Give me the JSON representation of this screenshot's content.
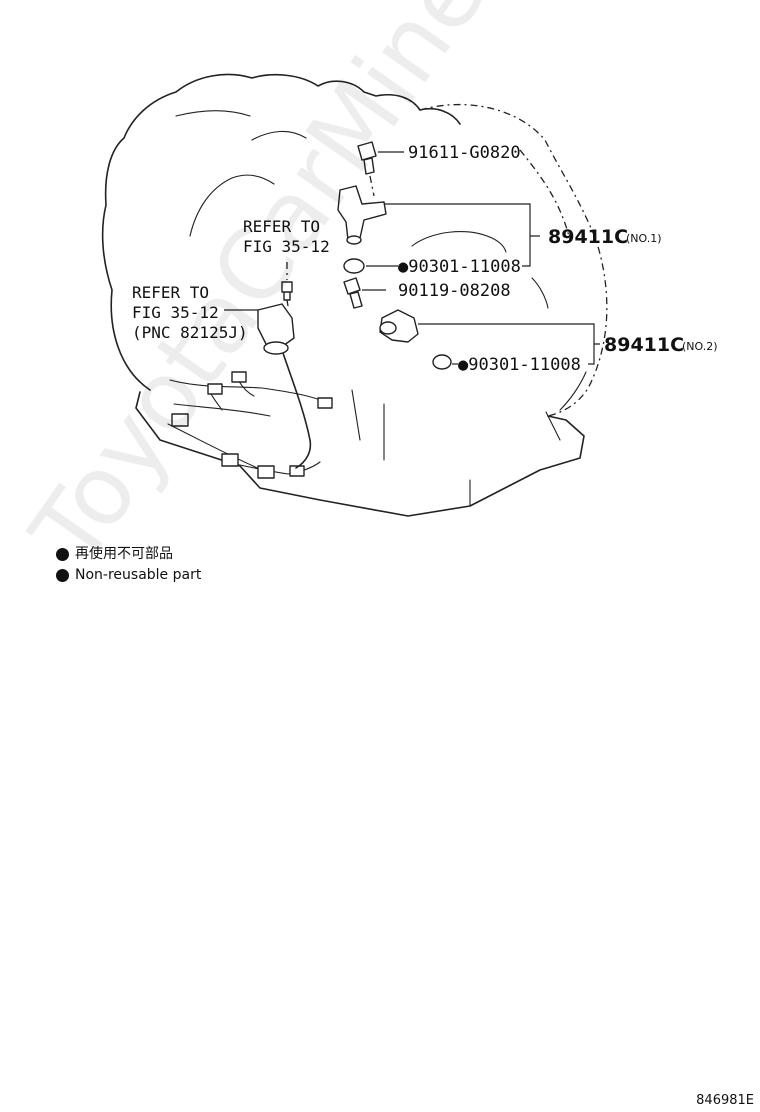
{
  "parts": {
    "bolt_top": "91611-G0820",
    "sensor_no1": "89411C",
    "sensor_no1_sub": "(NO.1)",
    "oring_no1": "●90301-11008",
    "bolt_mid": "90119-08208",
    "sensor_no2": "89411C",
    "sensor_no2_sub": "(NO.2)",
    "oring_no2": "●90301-11008"
  },
  "refs": {
    "ref1_line1": "REFER TO",
    "ref1_line2": "FIG 35-12",
    "ref2_line1": "REFER TO",
    "ref2_line2": "FIG 35-12",
    "ref2_line3": "(PNC 82125J)"
  },
  "legend": {
    "jp": "再使用不可部品",
    "en": "Non-reusable part",
    "dot_color": "#111111"
  },
  "watermark": "ToyotaCarMine.ru",
  "figure_id": "846981E"
}
